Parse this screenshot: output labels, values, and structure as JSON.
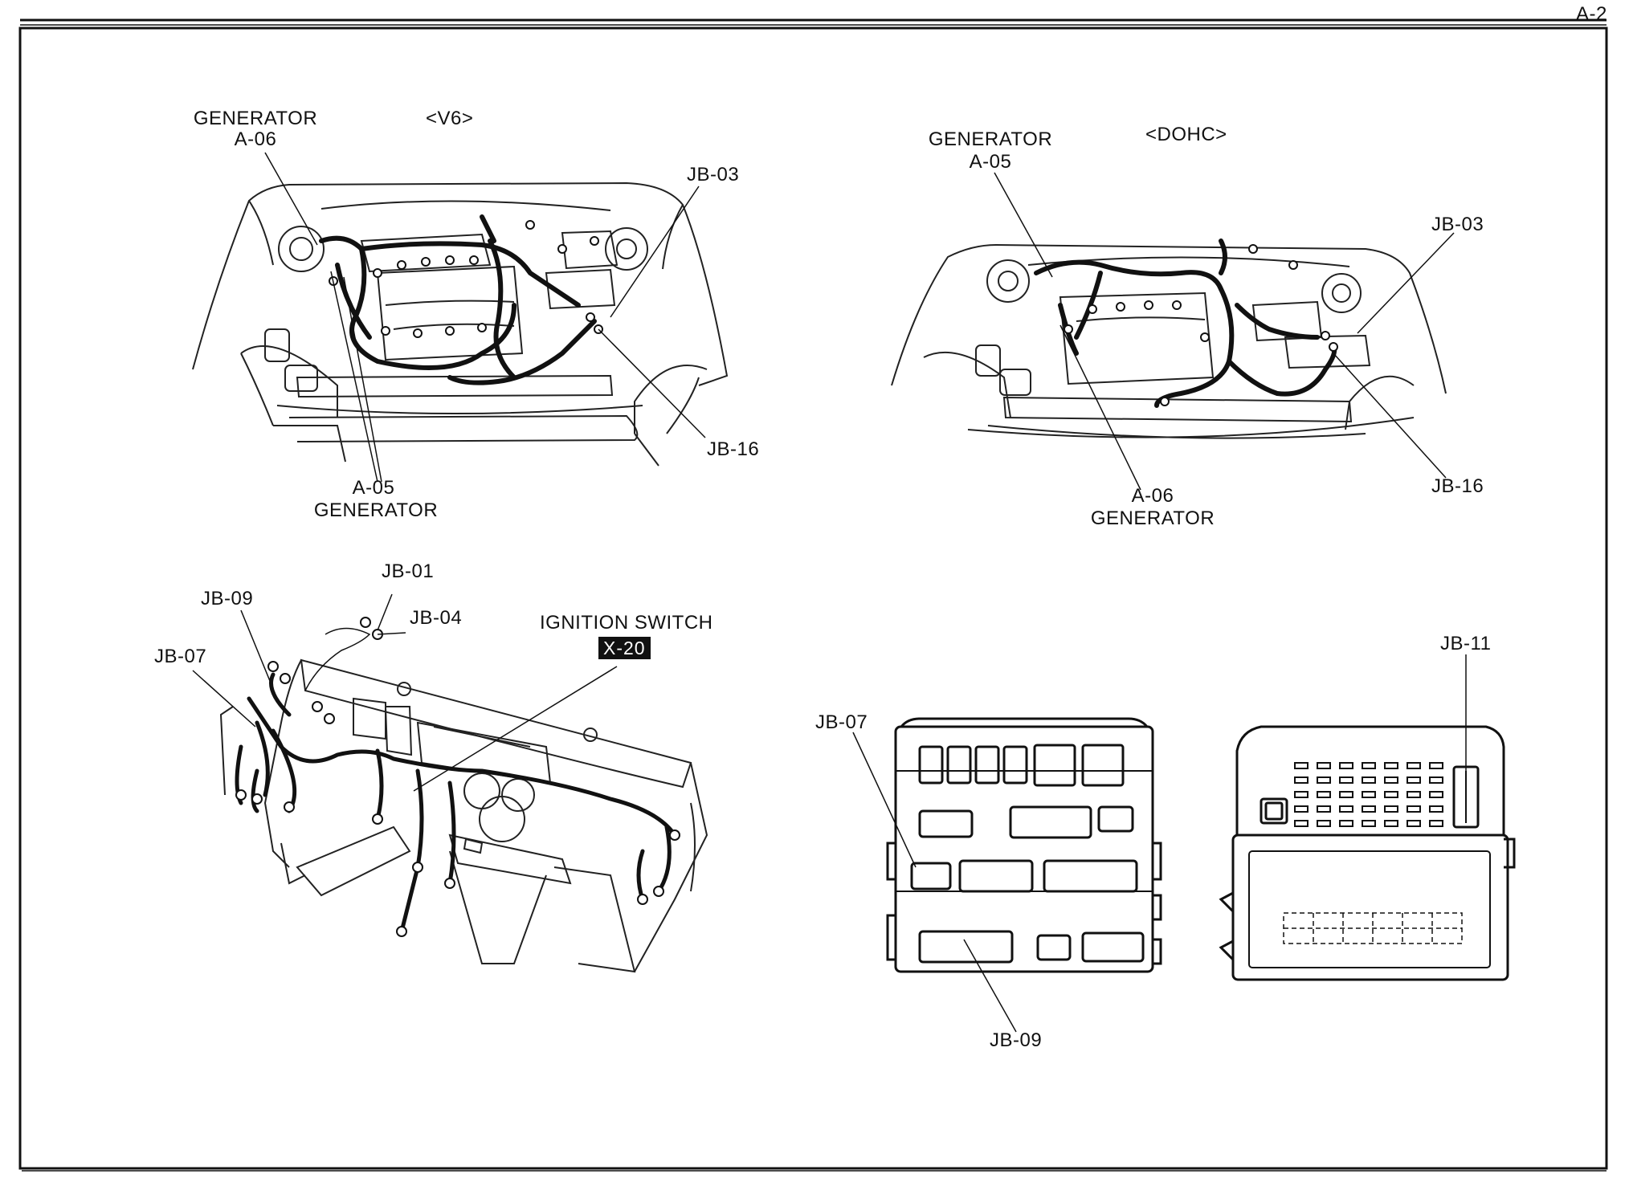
{
  "page_id": "A-2",
  "panels": {
    "v6": {
      "variant": "<V6>",
      "gen_a06_title": "GENERATOR",
      "gen_a06_code": "A-06",
      "gen_a05_code": "A-05",
      "gen_a05_title": "GENERATOR",
      "jb03": "JB-03",
      "jb16": "JB-16"
    },
    "dohc": {
      "variant": "<DOHC>",
      "gen_a05_title": "GENERATOR",
      "gen_a05_code": "A-05",
      "gen_a06_code": "A-06",
      "gen_a06_title": "GENERATOR",
      "jb03": "JB-03",
      "jb16": "JB-16"
    },
    "dash": {
      "jb01": "JB-01",
      "jb04": "JB-04",
      "jb09": "JB-09",
      "jb07": "JB-07",
      "ignition_title": "IGNITION SWITCH",
      "ignition_code": "X-20"
    },
    "junction_box_a": {
      "jb07": "JB-07",
      "jb09": "JB-09"
    },
    "junction_box_b": {
      "jb11": "JB-11"
    }
  }
}
